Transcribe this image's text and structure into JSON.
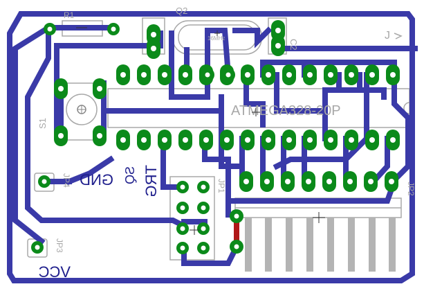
{
  "board": {
    "colors": {
      "background": "#ffffff",
      "trace": "#3a3aa8",
      "pad": "#0b8a1a",
      "drill": "#ffffff",
      "silkscreen": "#a8a8a8",
      "bottom_text": "#1e1e8c",
      "jumper": "#b01818",
      "header_pin": "#b4b4b4"
    },
    "labels": {
      "q2": "Q2",
      "c2": "C2",
      "r1": "R1",
      "chip": "ATMEGA328-20P",
      "s1": "S1",
      "gnd": "GND",
      "jp4": "JP4",
      "trg": "TRG",
      "jp1": "JP1",
      "jp3": "JP3",
      "vcc": "VCC",
      "jp2": "JP2",
      "sq": "SQ",
      "crystal_value": "16MHz",
      "corner_mark": "J"
    },
    "icons": {
      "crystal": "crystal-icon",
      "button": "tactile-switch-icon",
      "pad": "through-hole-pad-icon"
    }
  }
}
